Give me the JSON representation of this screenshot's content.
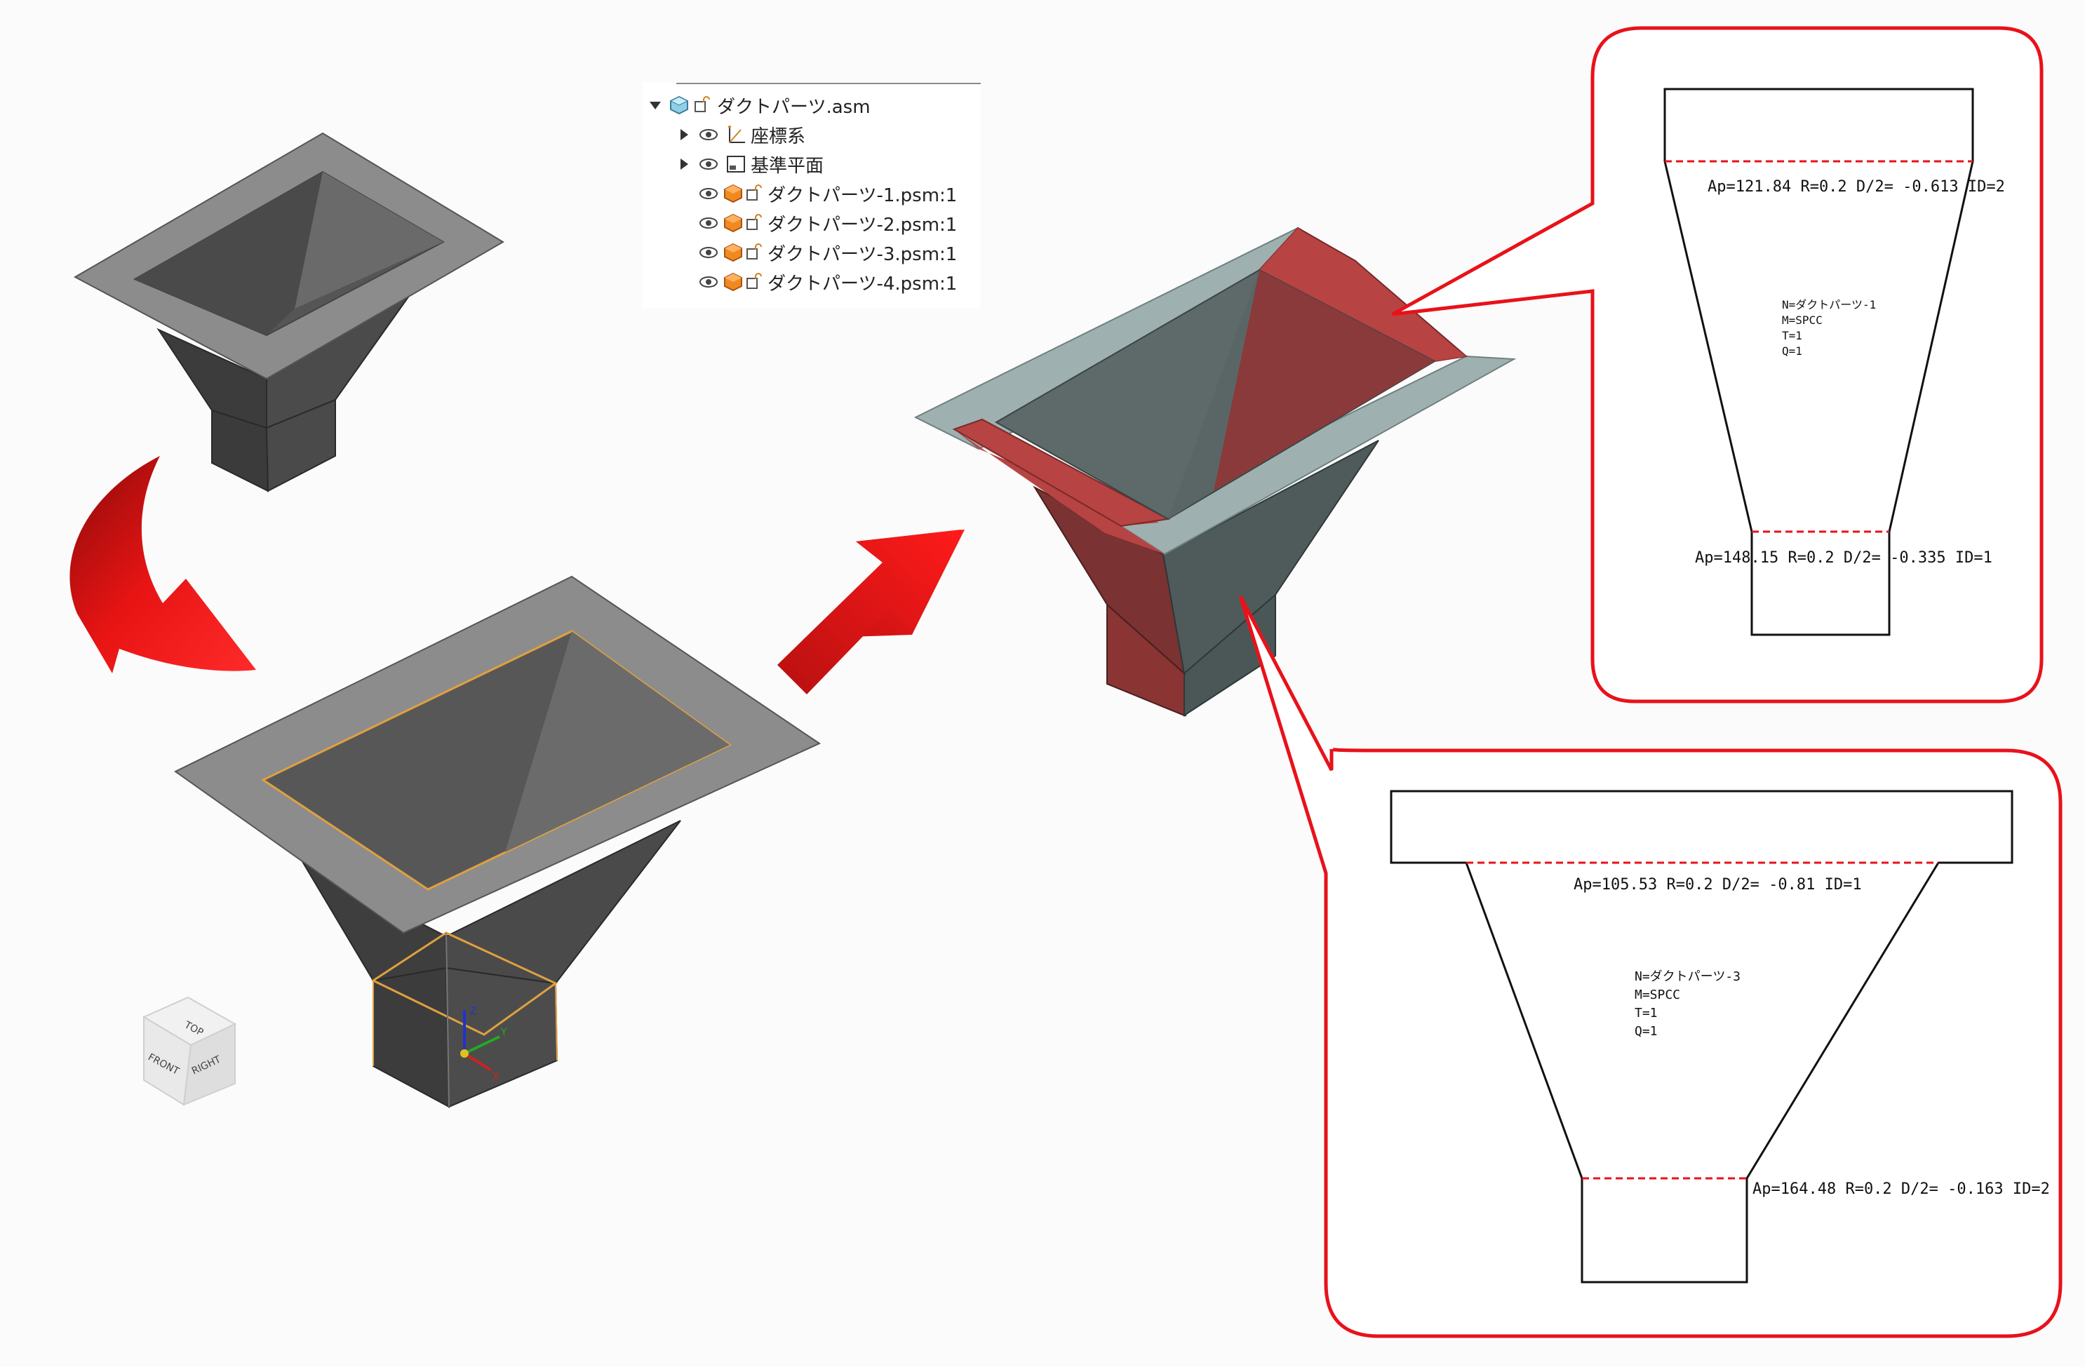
{
  "tree": {
    "root": {
      "label": "ダクトパーツ.asm"
    },
    "items": [
      {
        "label": "座標系"
      },
      {
        "label": "基準平面"
      },
      {
        "label": "ダクトパーツ-1.psm:1"
      },
      {
        "label": "ダクトパーツ-2.psm:1"
      },
      {
        "label": "ダクトパーツ-3.psm:1"
      },
      {
        "label": "ダクトパーツ-4.psm:1"
      }
    ]
  },
  "viewcube": {
    "top": "TOP",
    "front": "FRONT",
    "right": "RIGHT"
  },
  "triad": {
    "x": "X",
    "y": "Y",
    "z": "Z"
  },
  "callout1": {
    "top_annotation": "Ap=121.84 R=0.2 D/2= -0.613 ID=2",
    "bottom_annotation": "Ap=148.15 R=0.2 D/2= -0.335 ID=1",
    "props": [
      "N=ダクトパーツ-1",
      "M=SPCC",
      "T=1",
      "Q=1"
    ]
  },
  "callout2": {
    "top_annotation": "Ap=105.53 R=0.2 D/2= -0.81 ID=1",
    "bottom_annotation": "Ap=164.48 R=0.2 D/2= -0.163 ID=2",
    "props": [
      "N=ダクトパーツ-3",
      "M=SPCC",
      "T=1",
      "Q=1"
    ]
  },
  "colors": {
    "accent_red": "#e8121a",
    "highlight_red": "#b84343",
    "gray_face": "#8c8c8c",
    "teal_face": "#9fb0b0"
  }
}
